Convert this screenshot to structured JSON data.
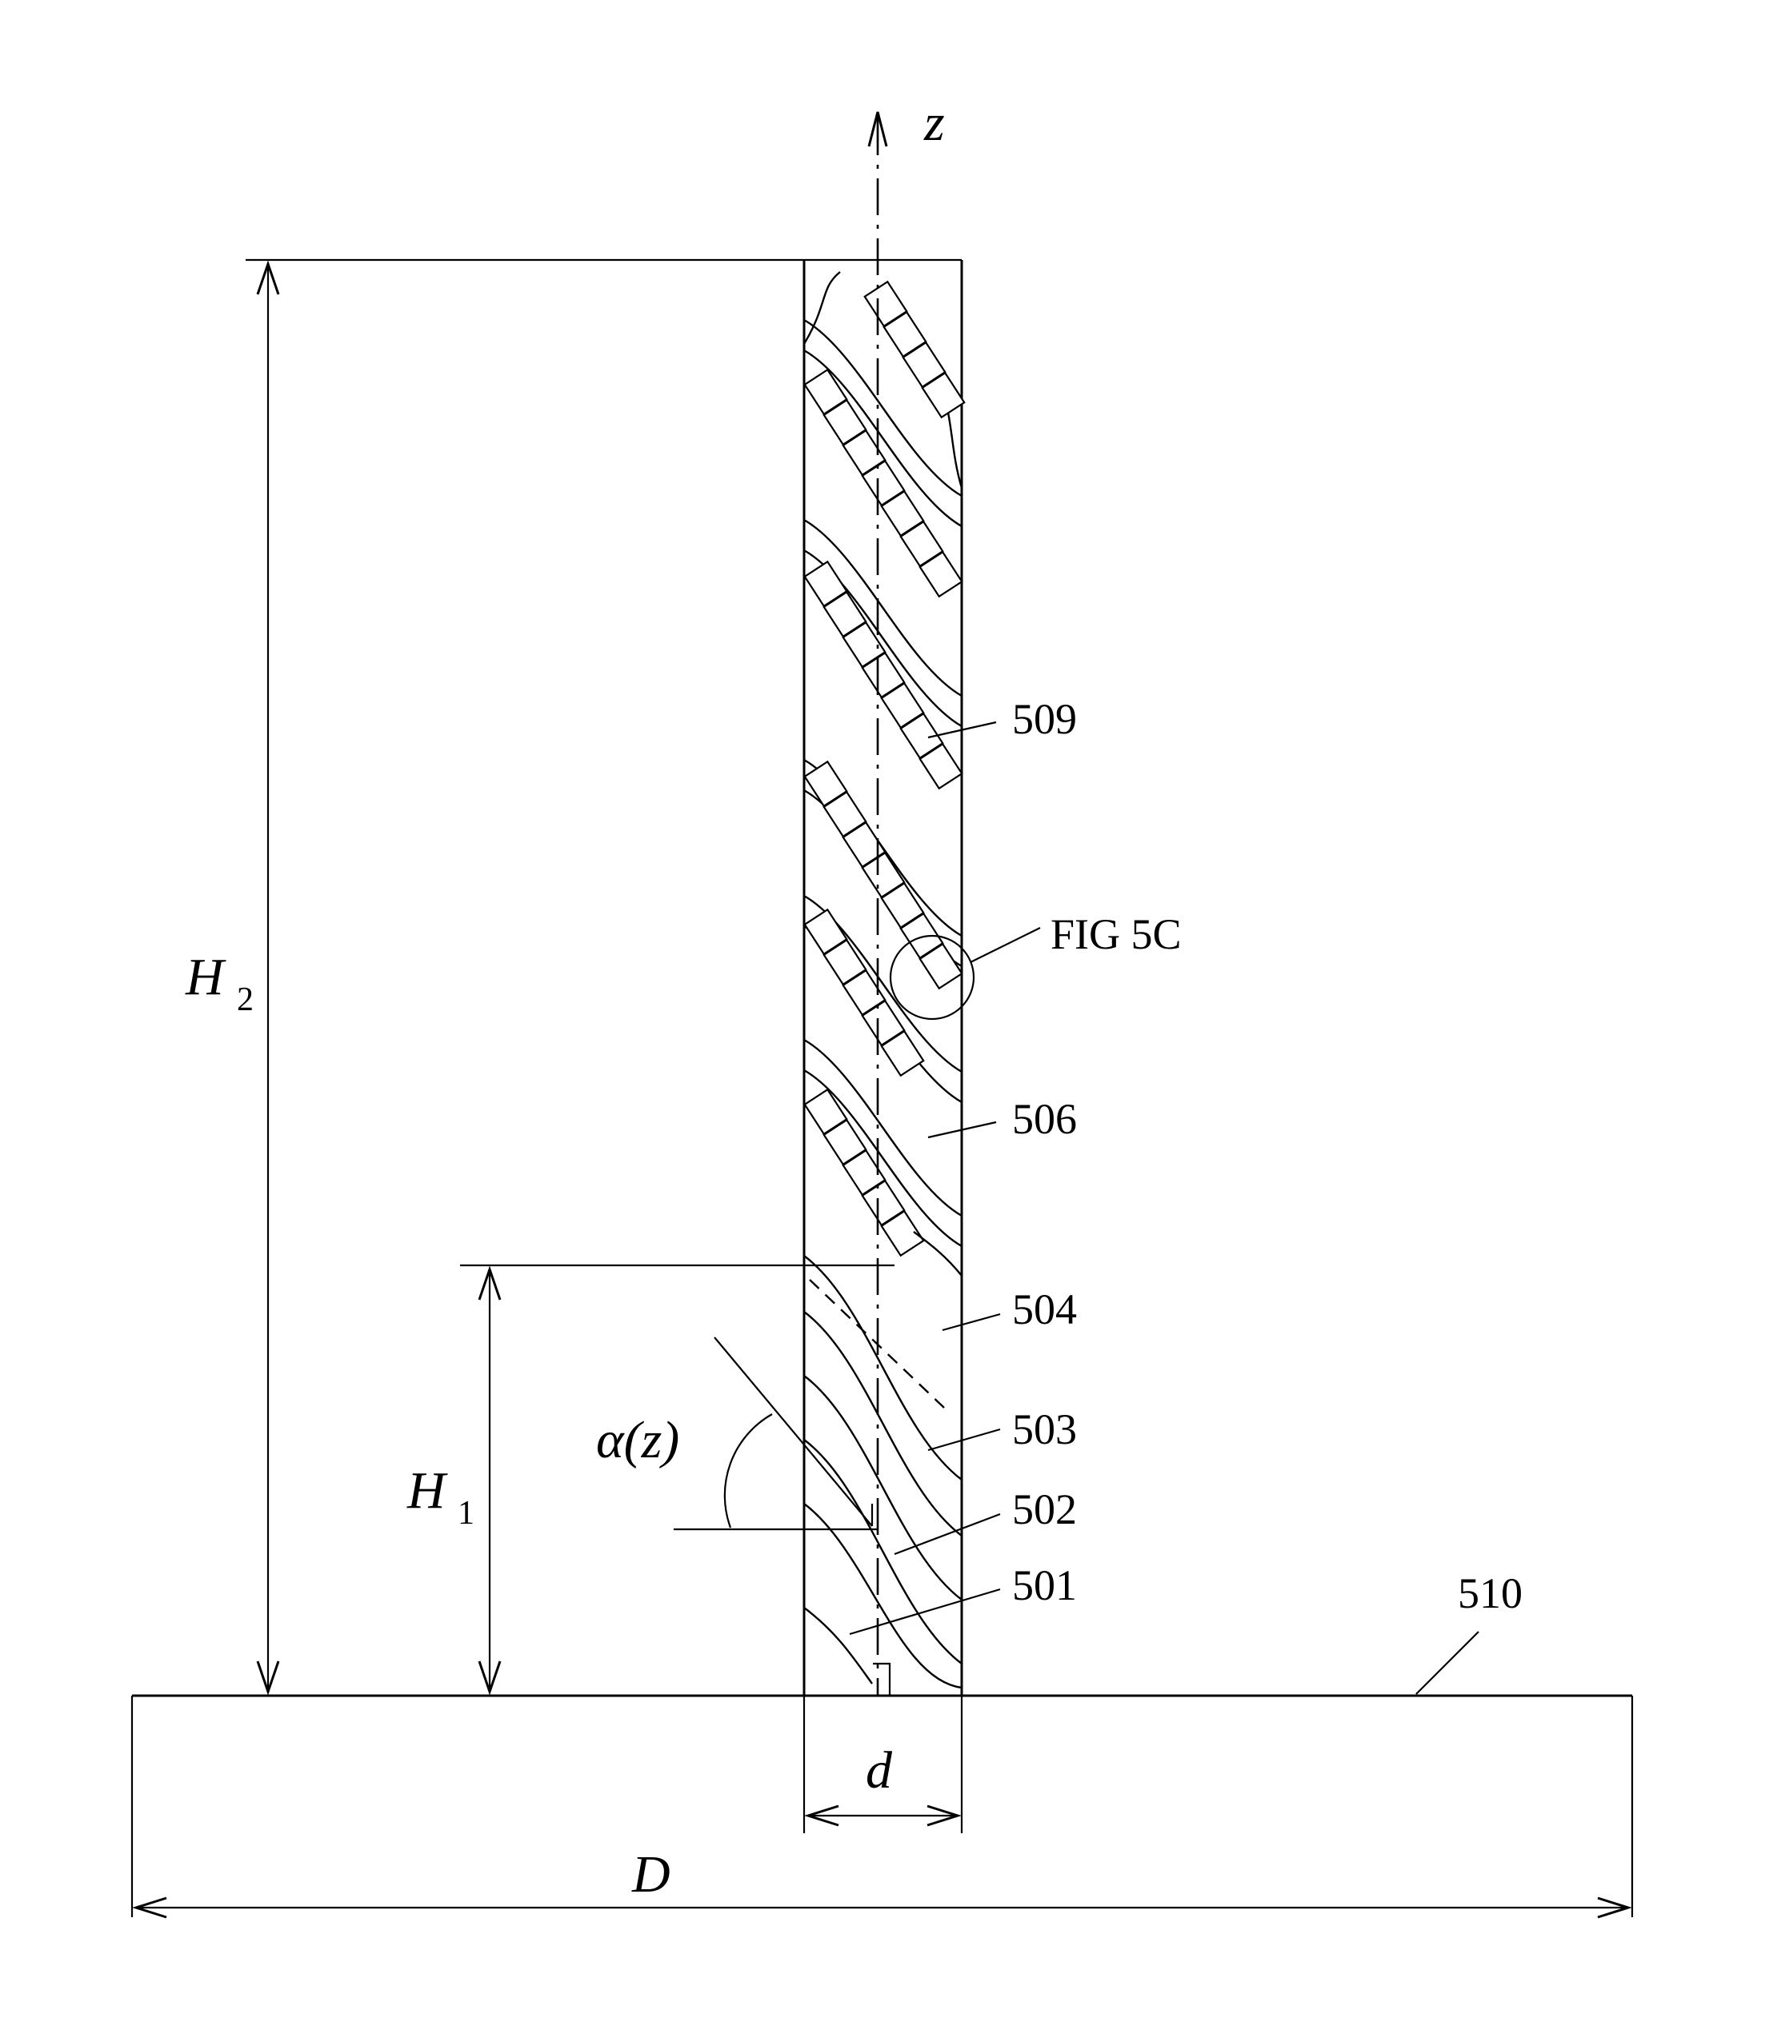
{
  "labels": {
    "z": "z",
    "h2": "H",
    "h2_sub": "2",
    "h1": "H",
    "h1_sub": "1",
    "alpha": "α(z)",
    "d": "d",
    "D": "D",
    "fig5c": "FIG 5C",
    "r509": "509",
    "r506": "506",
    "r504": "504",
    "r503": "503",
    "r502": "502",
    "r501": "501",
    "r510": "510"
  }
}
